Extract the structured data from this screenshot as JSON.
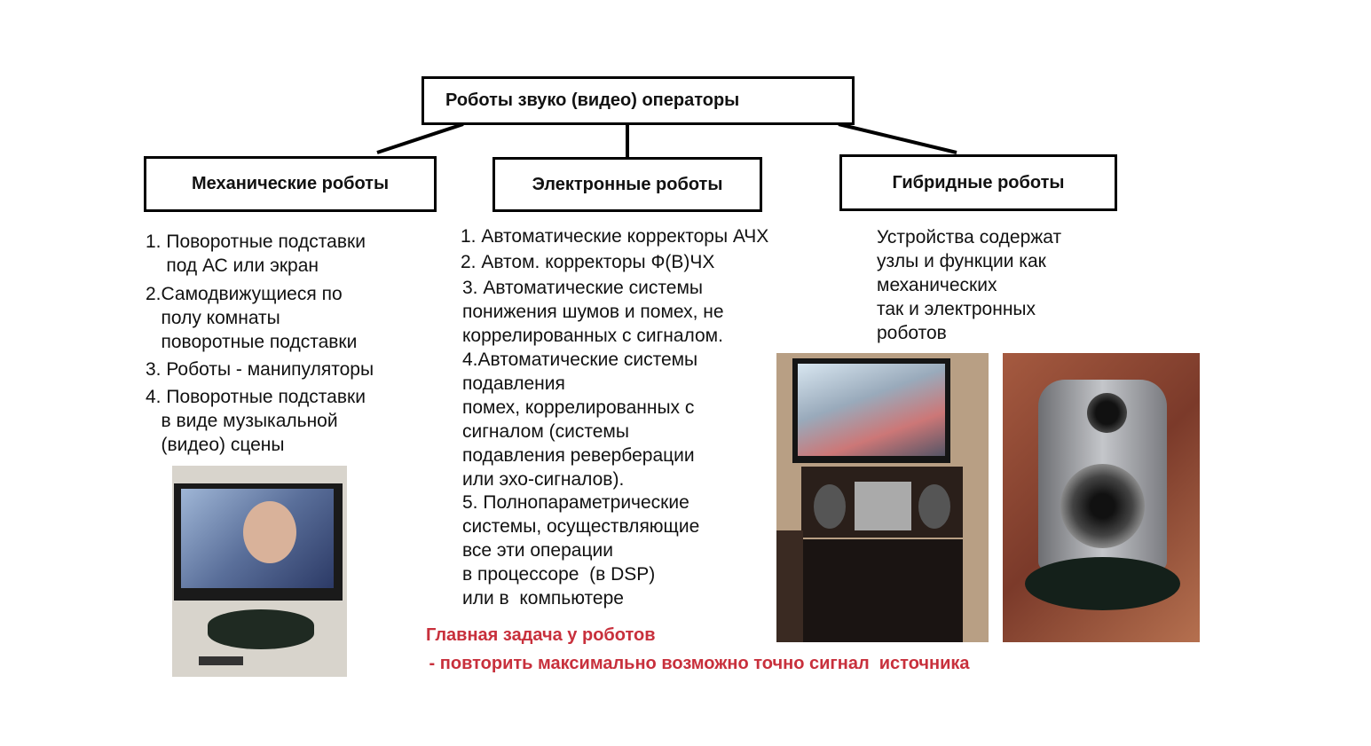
{
  "root": {
    "title": "Роботы звуко (видео) операторы"
  },
  "categories": [
    {
      "title": "Механические роботы",
      "items": [
        "1. Поворотные подставки\n    под АС или экран",
        "2.Самодвижущиеся по\n   полу комнаты\n   поворотные подставки",
        "3. Роботы - манипуляторы",
        "4. Поворотные подставки\n   в виде музыкальной\n   (видео) сцены"
      ]
    },
    {
      "title": "Электронные роботы",
      "items": [
        "1. Автоматические корректоры АЧХ",
        "2. Автом. корректоры Ф(В)ЧХ",
        "3. Автоматические системы\nпонижения шумов и помех, не\nкоррелированных с сигналом.",
        "4.Автоматические системы\nподавления\nпомех, коррелированных с\nсигналом (системы\nподавления реверберации\nили эхо-сигналов).",
        "5. Полнопараметрические\nсистемы, осуществляющие\nвсе эти операции\nв процессоре  (в DSP)\nили в  компьютере"
      ]
    },
    {
      "title": "Гибридные роботы",
      "items": [
        "Устройства содержат\nузлы и функции как\nмеханических\nтак и электронных\nроботов"
      ]
    }
  ],
  "conclusion": {
    "line1": "Главная задача у роботов",
    "line2": " - повторить максимально возможно точно сигнал  источника",
    "color": "#c8303c"
  },
  "photos": [
    "monitor-on-turntable-photo",
    "tv-and-stereo-rack-photo",
    "speaker-on-turntable-photo"
  ]
}
